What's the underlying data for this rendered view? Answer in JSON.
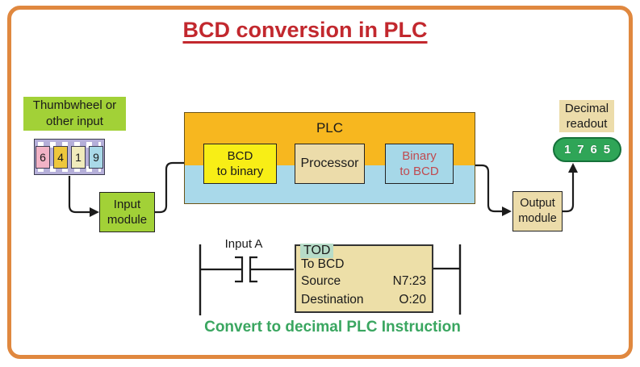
{
  "title": "BCD conversion in PLC",
  "thumbwheel": {
    "label": "Thumbwheel or\nother input",
    "digits": [
      {
        "value": "6",
        "color": "#F2B3C6"
      },
      {
        "value": "4",
        "color": "#EEC73D"
      },
      {
        "value": "1",
        "color": "#F0EBBC"
      },
      {
        "value": "9",
        "color": "#A9D9E8"
      }
    ]
  },
  "input_module": {
    "label": "Input\nmodule"
  },
  "plc": {
    "label": "PLC",
    "blocks": [
      {
        "label": "BCD\nto binary"
      },
      {
        "label": "Processor"
      },
      {
        "label": "Binary\nto BCD"
      }
    ]
  },
  "output_module": {
    "label": "Output\nmodule"
  },
  "decimal_readout": {
    "label": "Decimal\nreadout",
    "digits": [
      "1",
      "7",
      "6",
      "5"
    ]
  },
  "ladder": {
    "contact_label": "Input A",
    "instruction": {
      "name": "TOD",
      "operation": "To BCD",
      "rows": [
        {
          "label": "Source",
          "value": "N7:23"
        },
        {
          "label": "Destination",
          "value": "O:20"
        }
      ]
    }
  },
  "caption": "Convert to decimal PLC Instruction",
  "colors": {
    "frame_border": "#E0883F",
    "title_red": "#C2282E",
    "module_green": "#A2D137",
    "plc_orange": "#F7B71F",
    "plc_blue": "#A9D9EA",
    "bcd_yellow": "#F8EE16",
    "cream": "#ECDCAA",
    "thumbwheel_lavender": "#B5AFD9",
    "readout_green": "#2FA557",
    "binary_text_red": "#C04A50",
    "caption_green": "#3AA660",
    "tod_highlight": "#B7DCC8",
    "wire_black": "#1C1C1C"
  }
}
